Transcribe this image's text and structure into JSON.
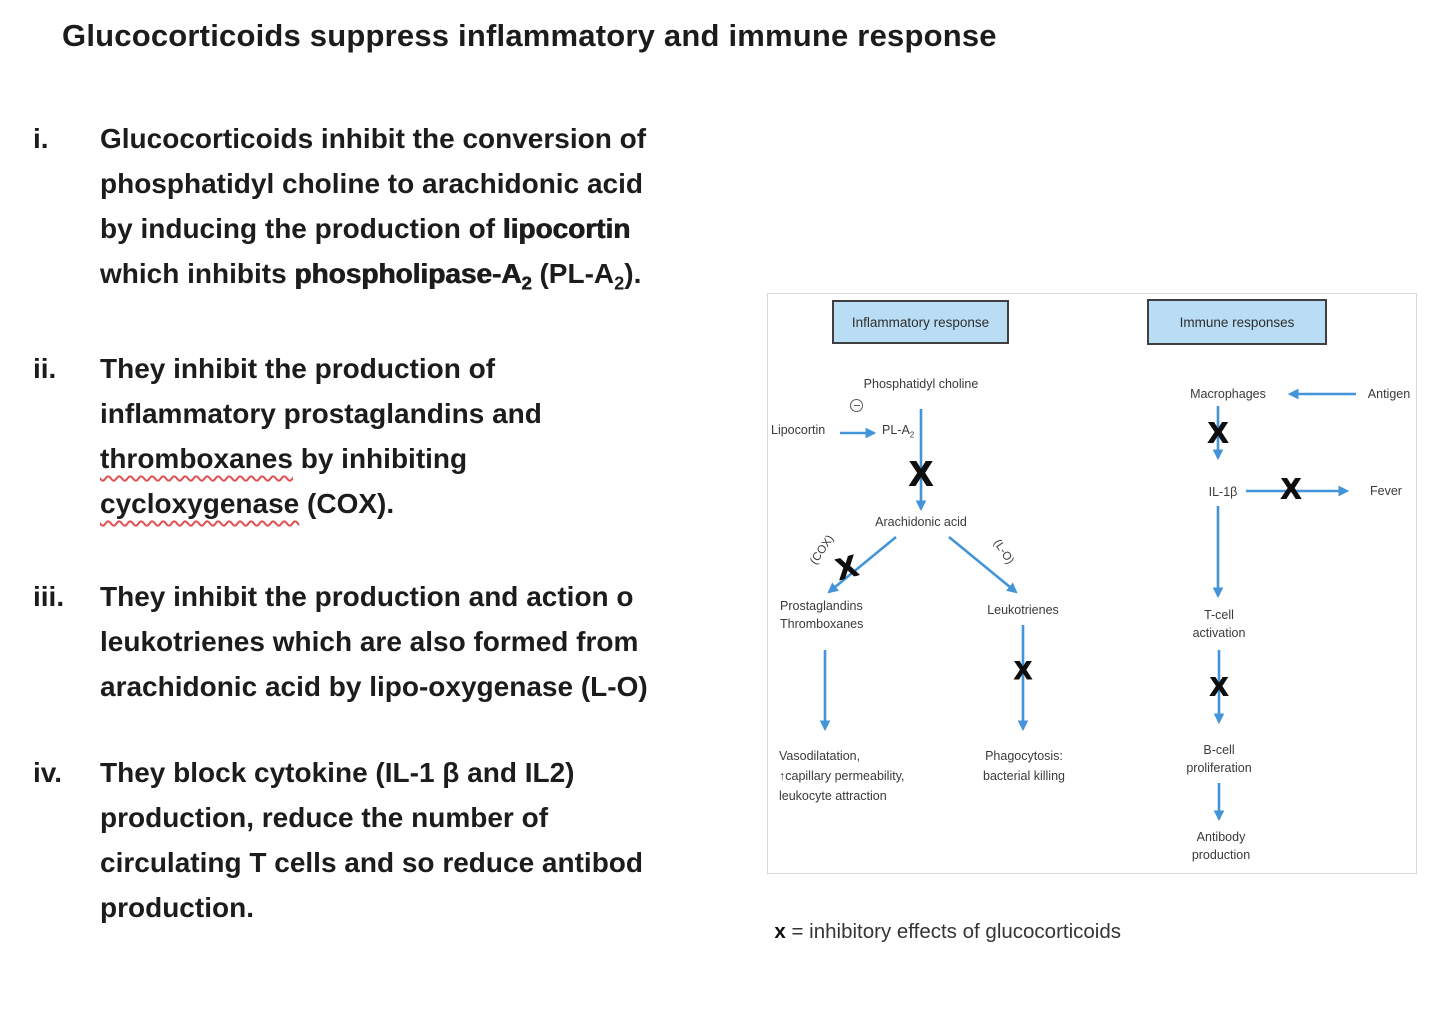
{
  "title": "Glucocorticoids suppress inflammatory and immune response",
  "list": {
    "items": [
      {
        "num": "i.",
        "l1": "Glucocorticoids inhibit the conversion of",
        "l2": "phosphatidyl choline to arachidonic acid",
        "l3a": "by inducing the production of ",
        "l3b": "lipocortin",
        "l4a": "which inhibits ",
        "l4b": "phospholipase-A",
        "l4bsub": "2",
        "l4c": " (PL-A",
        "l4csub": "2",
        "l4d": ")."
      },
      {
        "num": "ii.",
        "l1": "They inhibit the production of",
        "l2": "inflammatory prostaglandins and",
        "l3a": "thromboxanes",
        "l3b": " by inhibiting",
        "l4a": "cycloxygenase",
        "l4b": " (COX)."
      },
      {
        "num": "iii.",
        "l1": "They inhibit the production and action o",
        "l2": "leukotrienes which are also formed from",
        "l3": "arachidonic acid by lipo-oxygenase (L-O)"
      },
      {
        "num": "iv.",
        "l1": "They block cytokine (IL-1 β and IL2)",
        "l2": "production, reduce the number of",
        "l3": "circulating T cells and so reduce antibod",
        "l4": "production."
      }
    ]
  },
  "diagram": {
    "headers": {
      "inflammatory": "Inflammatory response",
      "immune": "Immune responses"
    },
    "labels": {
      "phosphatidyl_choline": "Phosphatidyl choline",
      "lipocortin": "Lipocortin",
      "pl_a": "PL-A",
      "pl_a_sub": "2",
      "arachidonic_acid": "Arachidonic acid",
      "cox": "(COX)",
      "lo": "(L-O)",
      "prostaglandins_1": "Prostaglandins",
      "prostaglandins_2": "Thromboxanes",
      "leukotrienes": "Leukotrienes",
      "vaso_1": "Vasodilatation,",
      "vaso_2": "↑capillary permeability,",
      "vaso_3": "leukocyte attraction",
      "phago_1": "Phagocytosis:",
      "phago_2": "bacterial killing",
      "macrophages": "Macrophages",
      "antigen": "Antigen",
      "il1b": "IL-1β",
      "fever": "Fever",
      "tcell_1": "T-cell",
      "tcell_2": "activation",
      "bcell_1": "B-cell",
      "bcell_2": "proliferation",
      "antibody_1": "Antibody",
      "antibody_2": "production",
      "x_mark": "X"
    },
    "icons": {
      "inhibition": "circled-minus"
    }
  },
  "legend": {
    "symbol": "x",
    "text": " = inhibitory effects of glucocorticoids"
  },
  "colors": {
    "arrow_blue": "#4394d8",
    "box_fill": "#b9ddf5",
    "box_border": "#3f3f3f",
    "squiggle_red": "#e05252",
    "text_black": "#1c1c1c"
  }
}
